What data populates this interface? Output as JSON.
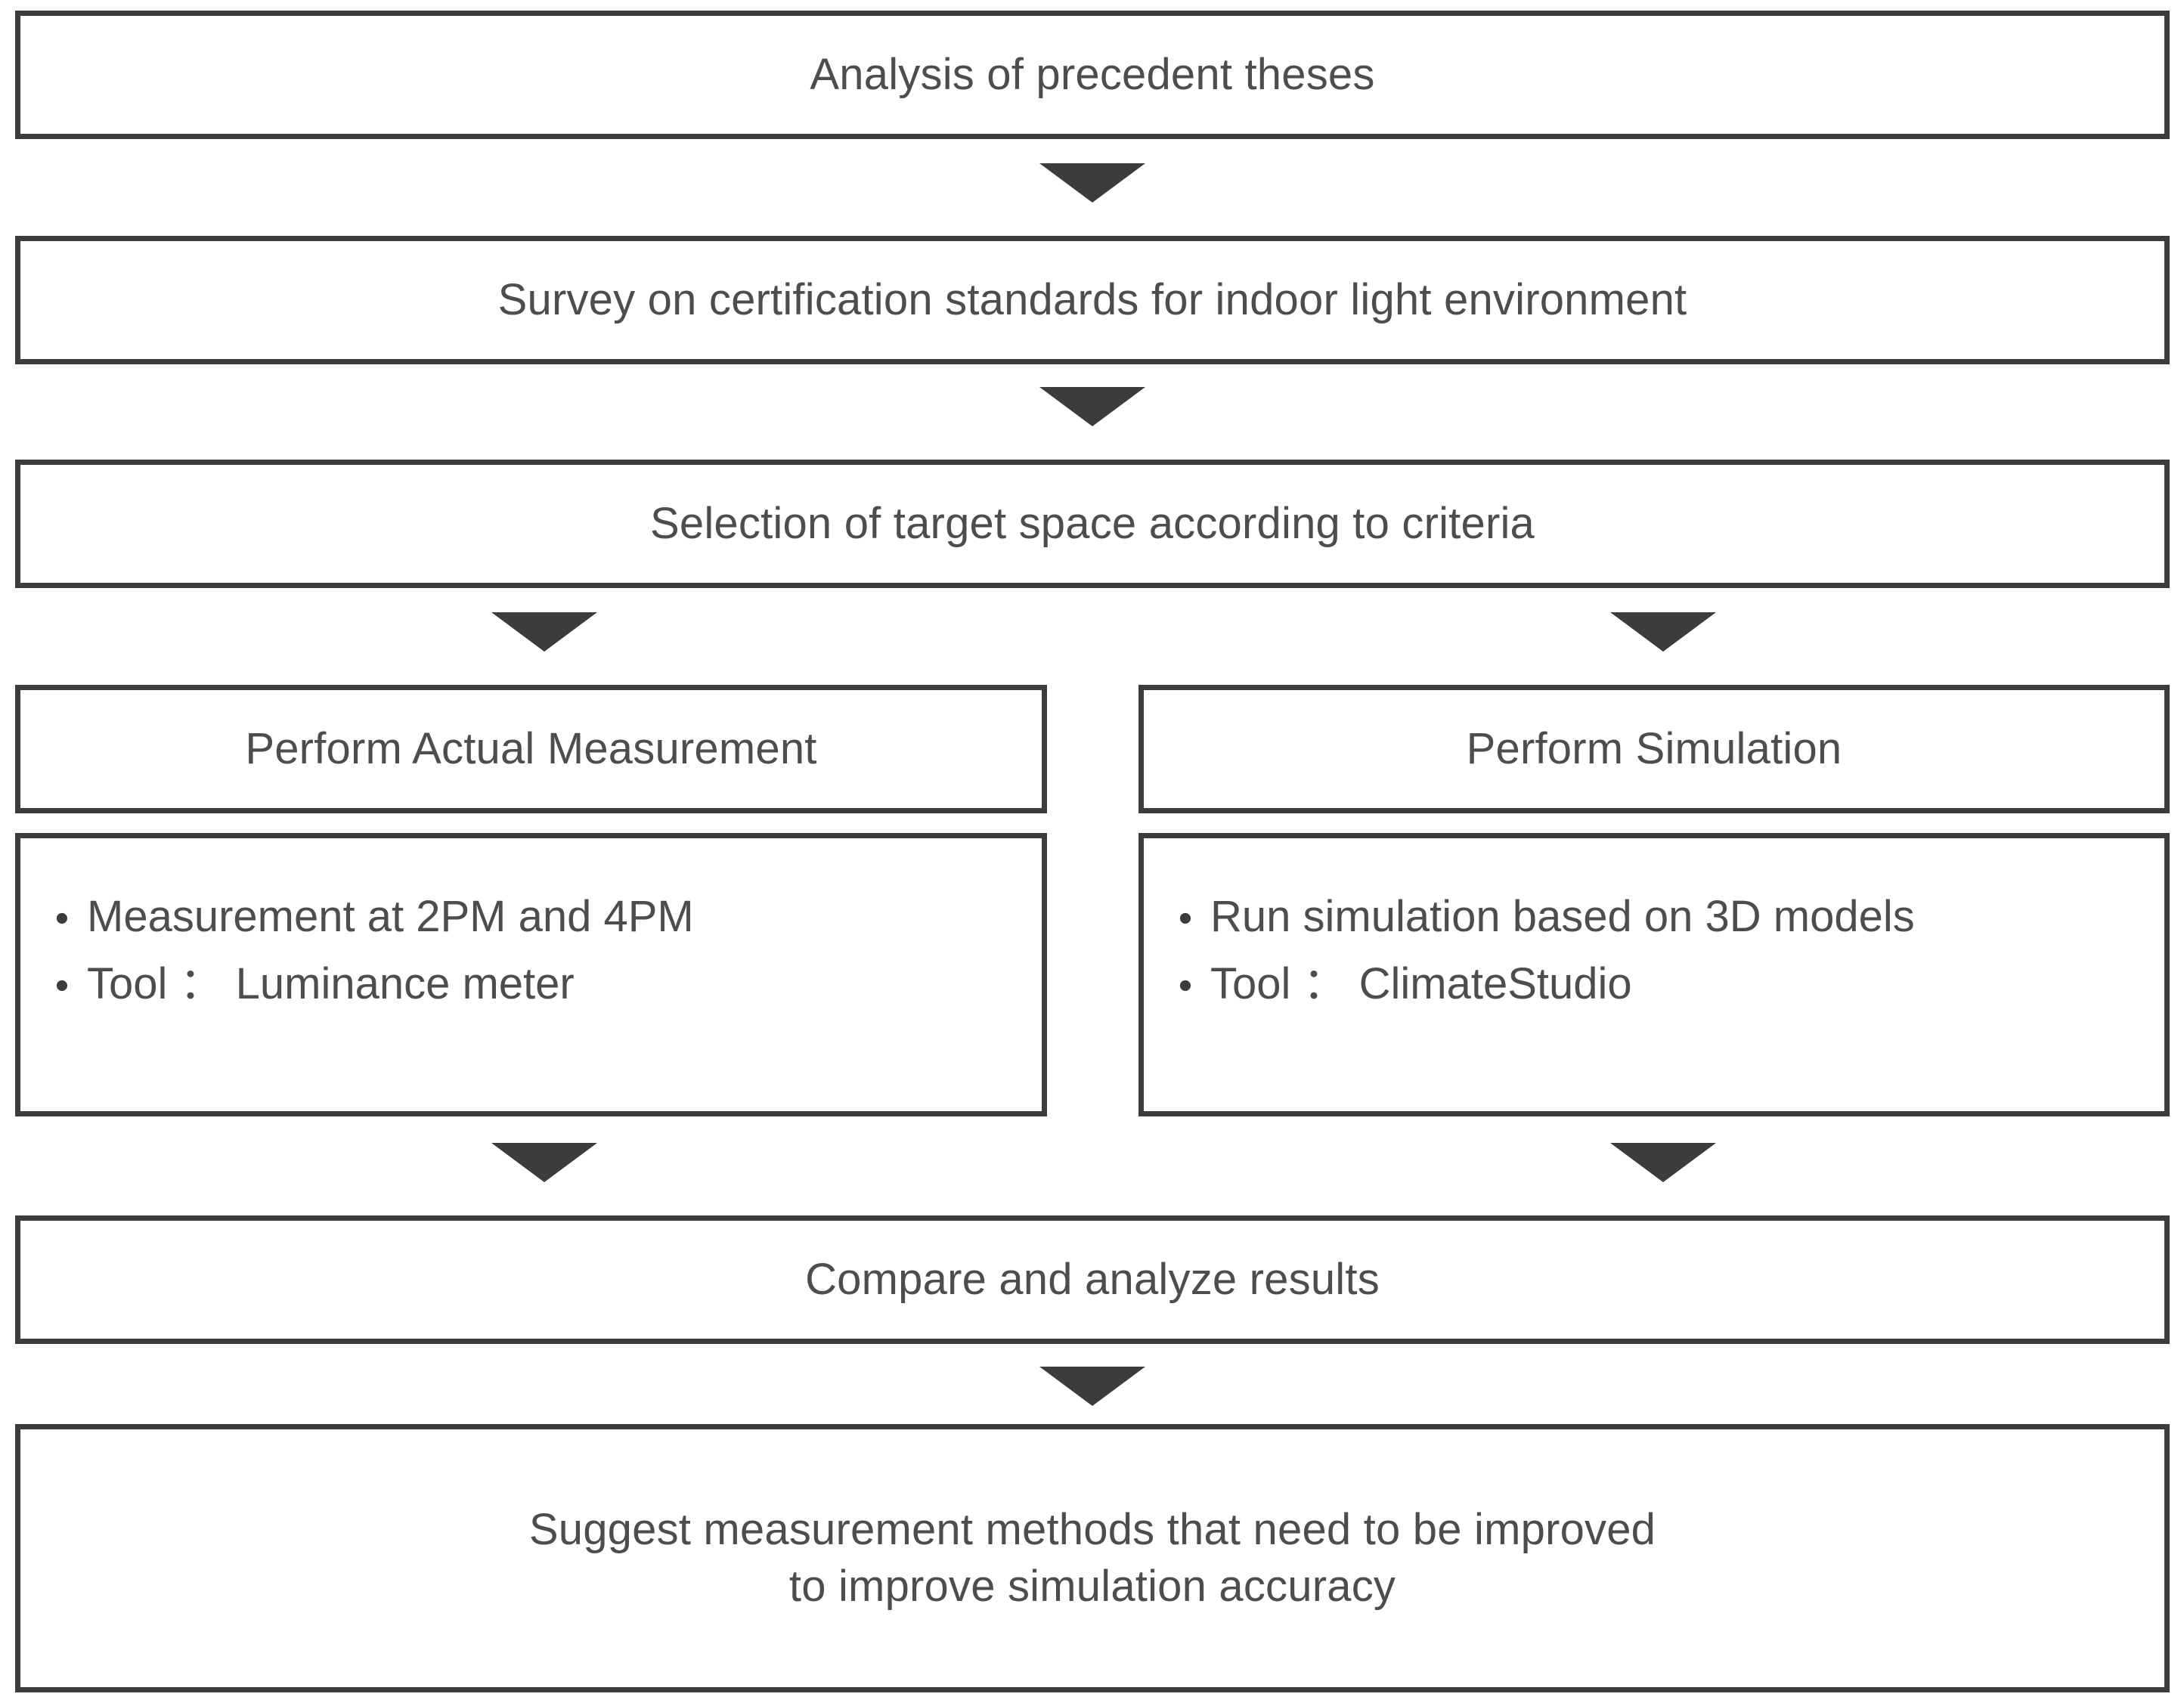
{
  "diagram": {
    "title": "Research methodology flowchart",
    "accent_color": "#3c3c3c",
    "text_color": "#4d4d4d",
    "background_color": "#ffffff",
    "border_color": "#3c3c3c"
  },
  "steps": {
    "step1": {
      "label": "Analysis of precedent theses"
    },
    "step2": {
      "label": "Survey on certification standards for indoor light environment"
    },
    "step3": {
      "label": "Selection of target space according to criteria"
    },
    "step4_left": {
      "label": "Perform Actual Measurement"
    },
    "step4_right": {
      "label": "Perform Simulation"
    },
    "step5_left": {
      "bullets": [
        {
          "marker": "•",
          "text": "Measurement at 2PM and 4PM"
        },
        {
          "marker": "•",
          "text": "Tool ： Luminance meter"
        }
      ]
    },
    "step5_right": {
      "bullets": [
        {
          "marker": "•",
          "text": "Run simulation based on 3D models"
        },
        {
          "marker": "•",
          "text": "Tool ： ClimateStudio"
        }
      ]
    },
    "step6": {
      "label": "Compare and analyze results"
    },
    "step7": {
      "label": "Suggest measurement methods that need to be improved\nto improve simulation accuracy"
    }
  },
  "arrows": [
    {
      "name": "arrow-step1-to-step2",
      "direction": "down"
    },
    {
      "name": "arrow-step2-to-step3",
      "direction": "down"
    },
    {
      "name": "arrow-step3-to-measurement",
      "direction": "down"
    },
    {
      "name": "arrow-step3-to-simulation",
      "direction": "down"
    },
    {
      "name": "arrow-measurement-to-compare",
      "direction": "down"
    },
    {
      "name": "arrow-simulation-to-compare",
      "direction": "down"
    },
    {
      "name": "arrow-compare-to-suggest",
      "direction": "down"
    }
  ]
}
